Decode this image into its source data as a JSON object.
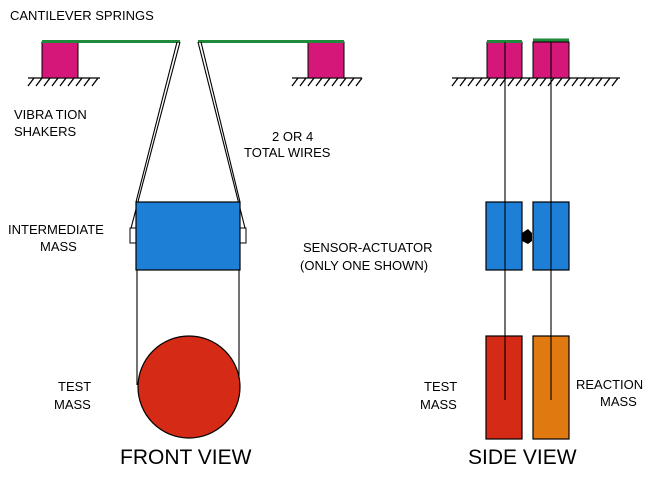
{
  "labels": {
    "cantilever_springs": "CANTILEVER SPRINGS",
    "vibration_shakers_line1": "VIBRA TION",
    "vibration_shakers_line2": "SHAKERS",
    "total_wires_line1": "2 OR 4",
    "total_wires_line2": "TOTAL WIRES",
    "intermediate_mass_line1": "INTERMEDIATE",
    "intermediate_mass_line2": "MASS",
    "sensor_actuator_line1": "SENSOR-ACTUATOR",
    "sensor_actuator_line2": "(ONLY ONE SHOWN)",
    "test_mass_front_line1": "TEST",
    "test_mass_front_line2": "MASS",
    "test_mass_side_line1": "TEST",
    "test_mass_side_line2": "MASS",
    "reaction_mass_line1": "REACTION",
    "reaction_mass_line2": "MASS",
    "front_view": "FRONT VIEW",
    "side_view": "SIDE VIEW"
  },
  "colors": {
    "shaker": "#d6177a",
    "spring": "#1f8a3c",
    "intermediate_mass": "#1e7fd6",
    "test_mass": "#d42a16",
    "reaction_mass": "#e07a10",
    "line": "#000000"
  }
}
